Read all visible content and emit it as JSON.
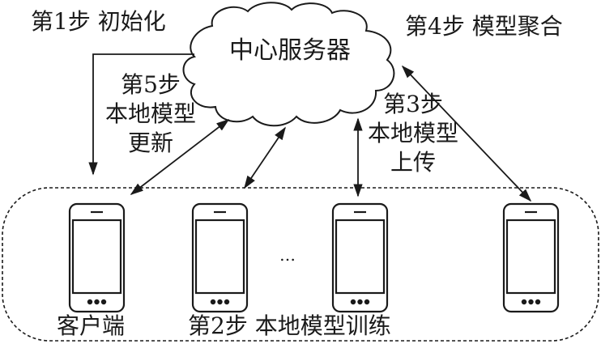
{
  "server": {
    "label": "中心服务器",
    "icon": "cloud-icon"
  },
  "steps": {
    "step1": "第1步 初始化",
    "step2": "第2步 本地模型训练",
    "step3": [
      "第3步",
      "本地模型",
      "上传"
    ],
    "step4": "第4步 模型聚合",
    "step5": [
      "第5步",
      "本地模型",
      "更新"
    ]
  },
  "clients": {
    "label": "客户端",
    "ellipsis": "…",
    "icon": "smartphone-icon",
    "count_drawn": 4
  },
  "colors": {
    "stroke": "#1a1a1a",
    "background": "#ffffff"
  }
}
